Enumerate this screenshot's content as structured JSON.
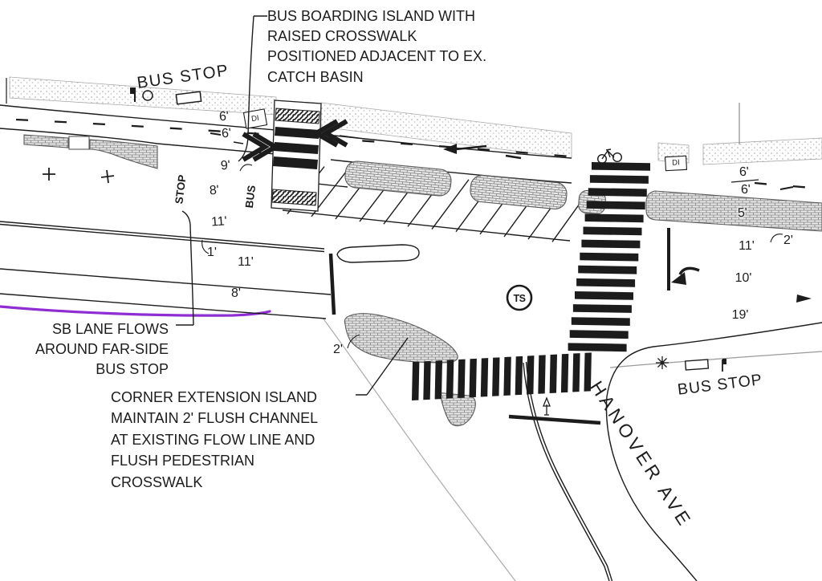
{
  "drawing": {
    "callouts": {
      "boarding_island": [
        "BUS BOARDING ISLAND WITH",
        "RAISED CROSSWALK",
        "POSITIONED ADJACENT TO EX.",
        "CATCH BASIN"
      ],
      "sb_lane": [
        "SB LANE FLOWS",
        "AROUND FAR-SIDE",
        "BUS STOP"
      ],
      "corner_island": [
        "CORNER EXTENSION ISLAND",
        "MAINTAIN 2' FLUSH CHANNEL",
        "AT EXISTING FLOW LINE AND",
        "FLUSH PEDESTRIAN",
        "CROSSWALK"
      ]
    },
    "labels": {
      "bus_stop_left": "BUS STOP",
      "bus_stop_right": "BUS STOP",
      "hanover_ave": "HANOVER AVE",
      "stop_marking": "STOP",
      "bus_marking": "BUS",
      "ts": "TS",
      "di_left": "DI",
      "di_right": "DI"
    },
    "dimensions": {
      "w6_bike_left": "6'",
      "w6_buffer_left": "6'",
      "w9_island": "9'",
      "w8_bus": "8'",
      "w11_sb": "11'",
      "w1_gap": "1'",
      "w11_nb": "11'",
      "w8_parking": "8'",
      "w2_channel": "2'",
      "w6_bike_right": "6'",
      "w6_buffer_right": "6'",
      "w5_strip": "5'",
      "w11_right": "11'",
      "w2_right": "2'",
      "w10_turn": "10'",
      "w19_right": "19'"
    },
    "colors": {
      "red_curb_line": "#e8392e",
      "purple_marking": "#8e2dd2",
      "ink": "#1c1c1c"
    }
  }
}
